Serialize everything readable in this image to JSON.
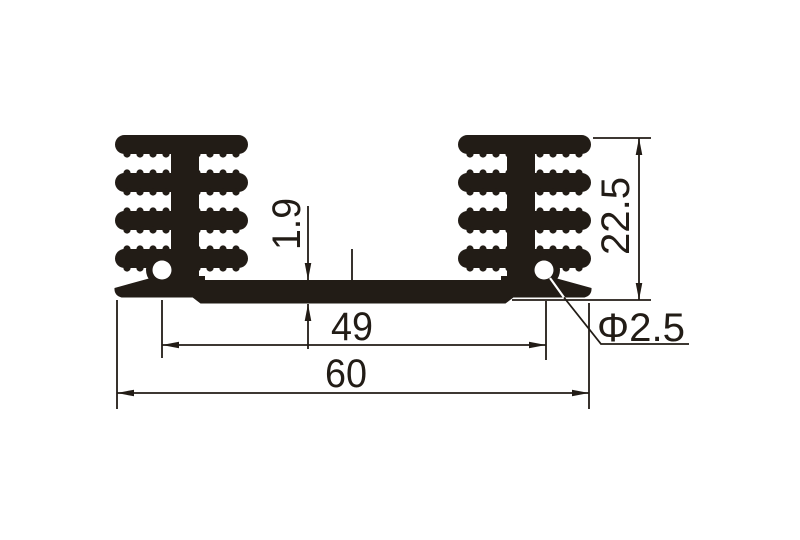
{
  "drawing": {
    "colors": {
      "ink": "#221c16",
      "paper": "#ffffff"
    },
    "labels": {
      "overall_width": "60",
      "hole_spacing": "49",
      "overall_height": "22.5",
      "base_thickness": "1.9",
      "hole_diameter": "Φ2.5"
    }
  }
}
